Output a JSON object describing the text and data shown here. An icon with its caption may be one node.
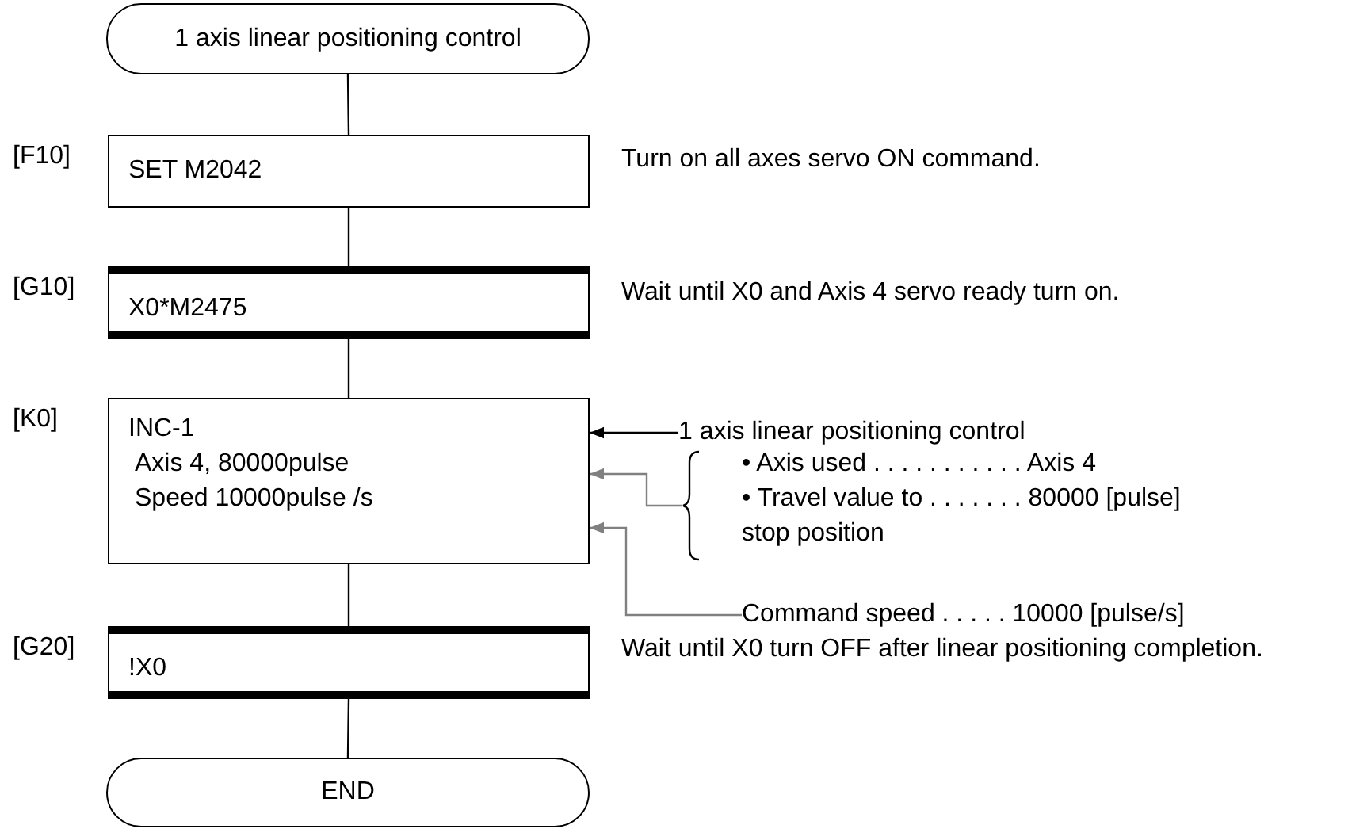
{
  "diagram": {
    "nodes": [
      {
        "text": [
          "1 axis linear positioning control"
        ]
      },
      {
        "text": [
          "SET M2042"
        ],
        "beside": [
          "[F10]",
          "Turn on all axes servo ON command."
        ]
      },
      {
        "text": [
          "X0*M2475"
        ],
        "beside": [
          "[G10]",
          "Wait until X0 and Axis 4 servo ready turn on."
        ]
      },
      {
        "text": [
          "INC-1",
          "Axis 4, 80000pulse",
          "Speed 10000pulse /s"
        ],
        "beside": [
          "[K0]"
        ]
      },
      {
        "text": [
          "!X0"
        ],
        "beside": [
          "[G20]"
        ]
      },
      {
        "text": [
          "END"
        ]
      },
      {
        "text": [
          "1 axis linear positioning control"
        ]
      },
      {
        "text": [
          "• Axis used . . . . . . . . . . . Axis 4",
          "• Travel value to . . . . . . . 80000 [pulse] stop position"
        ]
      },
      {
        "text": [
          "Command speed . . . . . 10000 [pulse/s]"
        ]
      }
    ],
    "edges": [
      {
        "from": 0,
        "to": 1,
        "arrow": "none"
      },
      {
        "from": 1,
        "to": 2,
        "arrow": "none"
      },
      {
        "from": 2,
        "to": 3,
        "arrow": "none"
      },
      {
        "from": 3,
        "to": 4,
        "arrow": "none"
      },
      {
        "from": 4,
        "to": 5,
        "arrow": "none"
      },
      {
        "from": 6,
        "to": 3,
        "arrow": "to"
      },
      {
        "from": 7,
        "to": 3,
        "arrow": "to",
        "color": "#808080"
      },
      {
        "from": 8,
        "to": 3,
        "arrow": "to",
        "color": "#808080"
      }
    ],
    "labels": [
      "Wait until X0 turn OFF after linear positioning completion."
    ]
  }
}
